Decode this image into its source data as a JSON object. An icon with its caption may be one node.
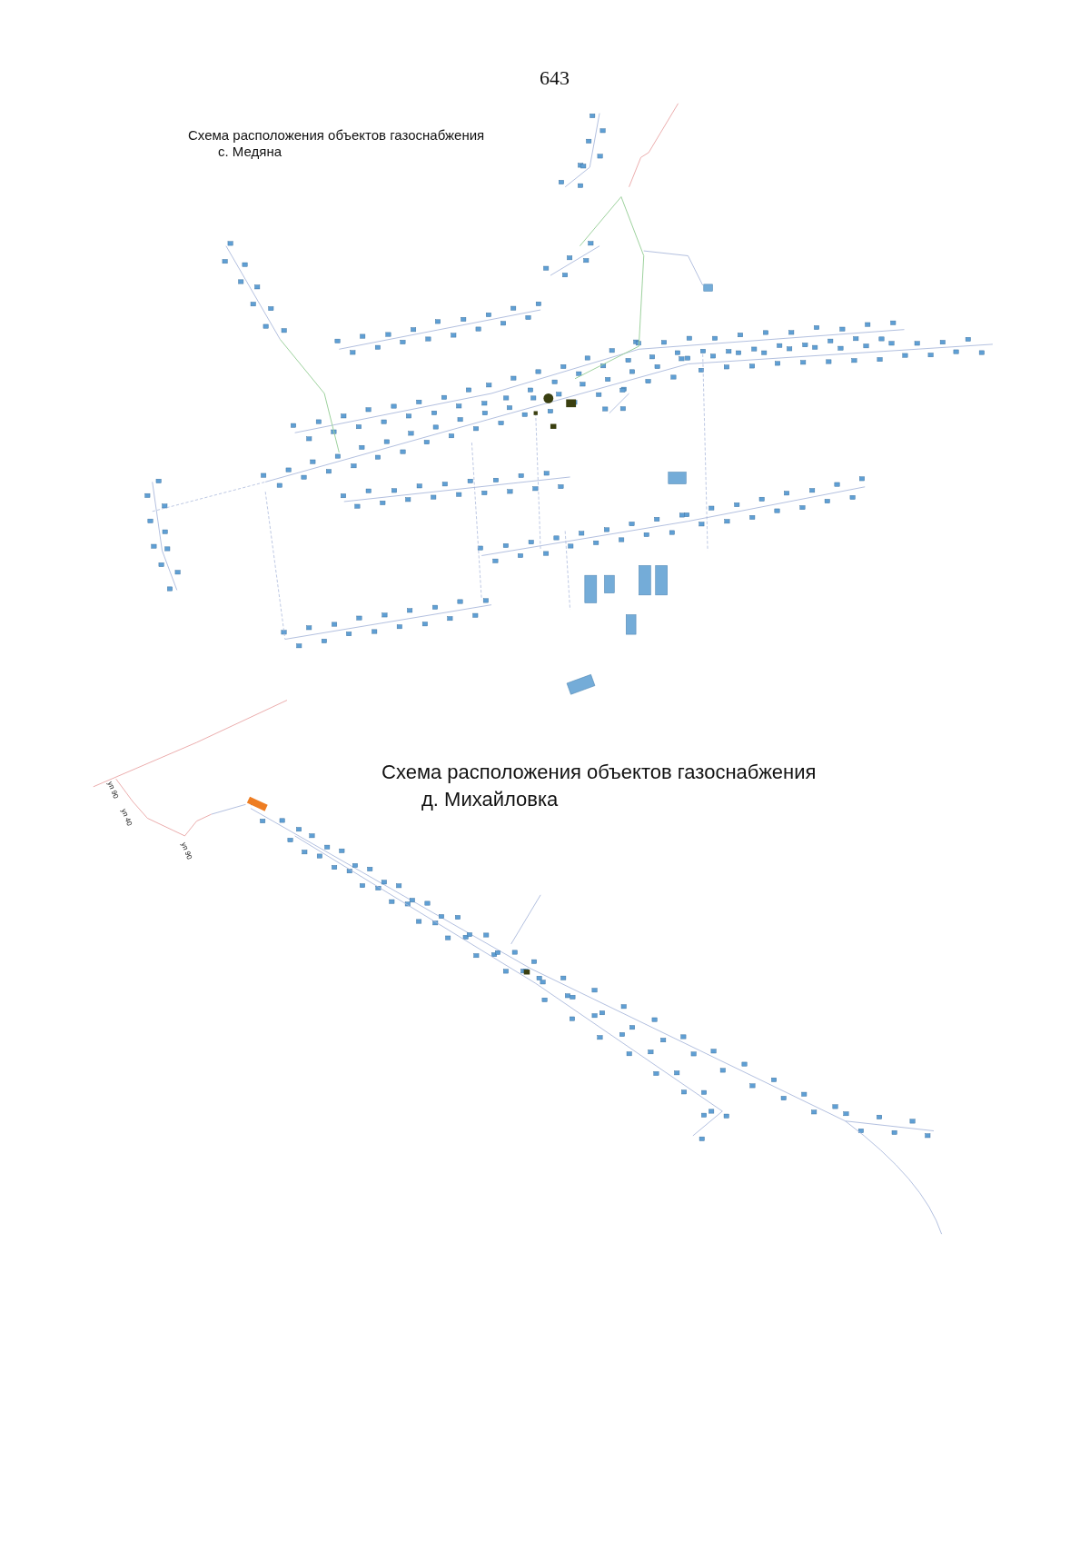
{
  "diagram": {
    "labels": [
      "643",
      "Схема расположения объектов  газоснабжения",
      "с. Медяна",
      "уп 90",
      "уп 40",
      "уп 90",
      "Схема расположения объектов  газоснабжения",
      "д. Михайловка"
    ]
  }
}
